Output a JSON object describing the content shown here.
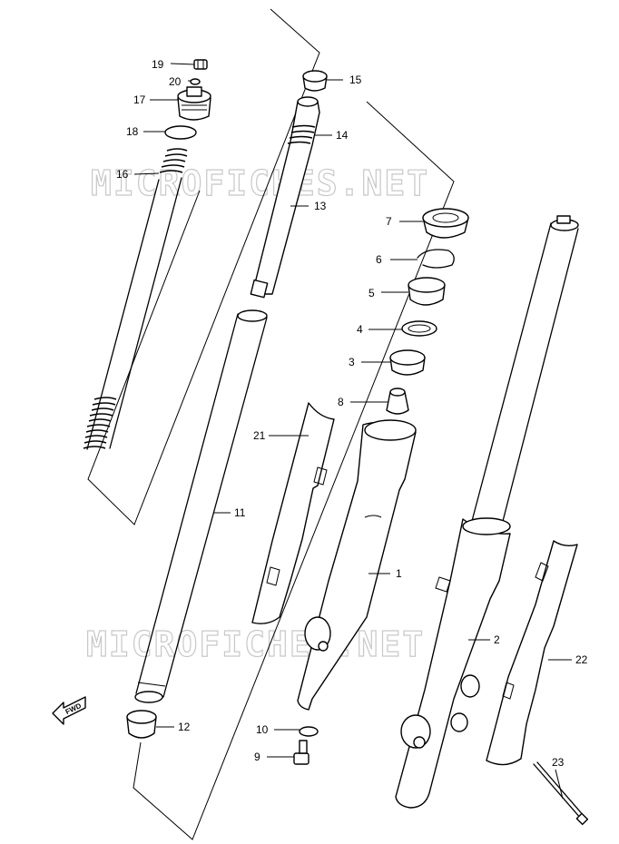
{
  "watermark": "MICROFICHES.NET",
  "direction_marker": "FWD",
  "part_labels": {
    "p1": "1",
    "p2": "2",
    "p3": "3",
    "p4": "4",
    "p5": "5",
    "p6": "6",
    "p7": "7",
    "p8": "8",
    "p9": "9",
    "p10": "10",
    "p11": "11",
    "p12": "12",
    "p13": "13",
    "p14": "14",
    "p15": "15",
    "p16": "16",
    "p17": "17",
    "p18": "18",
    "p19": "19",
    "p20": "20",
    "p21": "21",
    "p22": "22",
    "p23": "23"
  }
}
